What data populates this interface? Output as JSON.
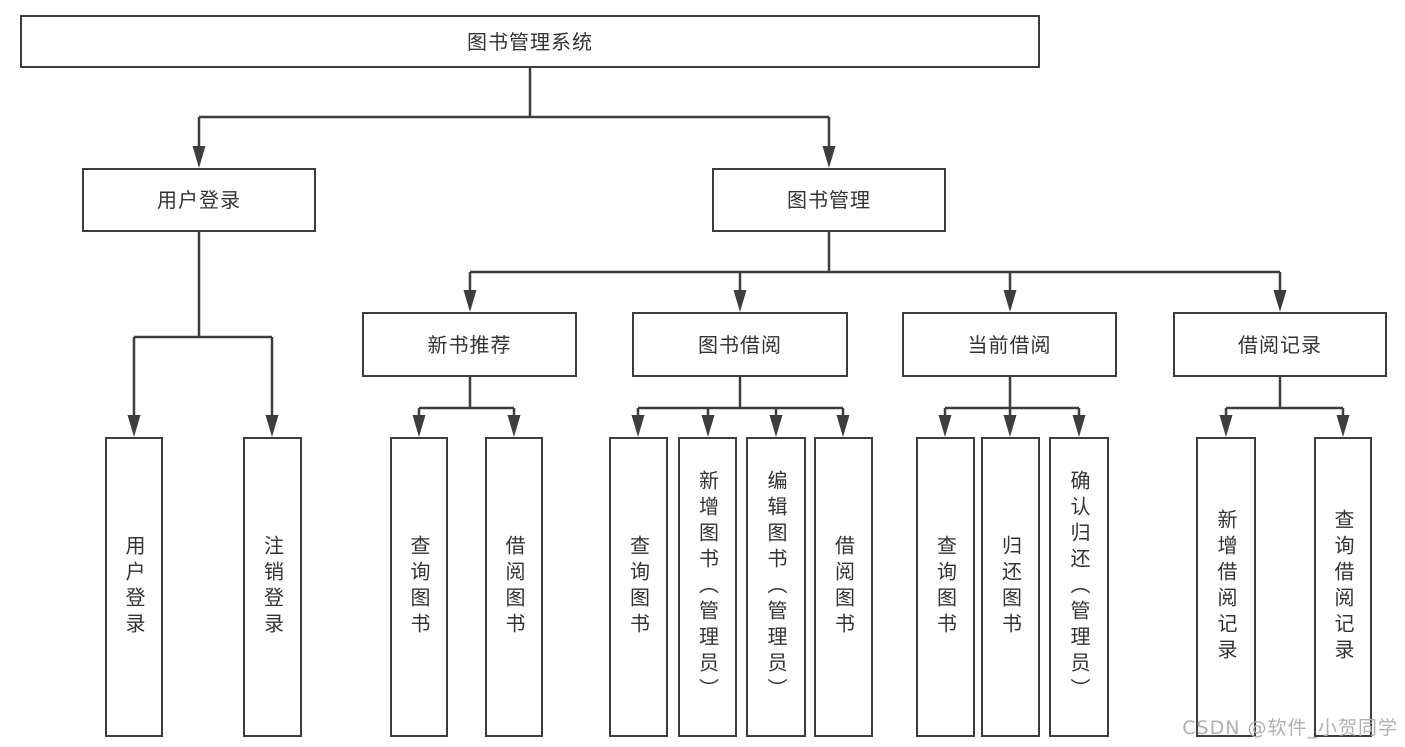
{
  "colors": {
    "line": "#3d3d3d",
    "box_border": "#3d3d3d",
    "text": "#333333",
    "watermark": "#b0b0b0",
    "background": "#ffffff"
  },
  "watermark": "CSDN @软件_小贺同学",
  "diagram": {
    "root": "图书管理系统",
    "level2": {
      "user_login": "用户登录",
      "book_management": "图书管理"
    },
    "level3": {
      "new_book_recommend": "新书推荐",
      "book_borrow": "图书借阅",
      "current_borrow": "当前借阅",
      "borrow_records": "借阅记录"
    },
    "leaves": {
      "user_login": [
        "用户登录",
        "注销登录"
      ],
      "new_book_recommend": [
        "查询图书",
        "借阅图书"
      ],
      "book_borrow": [
        "查询图书",
        "新增图书（管理员）",
        "编辑图书（管理员）",
        "借阅图书"
      ],
      "current_borrow": [
        "查询图书",
        "归还图书",
        "确认归还（管理员）"
      ],
      "borrow_records": [
        "新增借阅记录",
        "查询借阅记录"
      ]
    }
  }
}
